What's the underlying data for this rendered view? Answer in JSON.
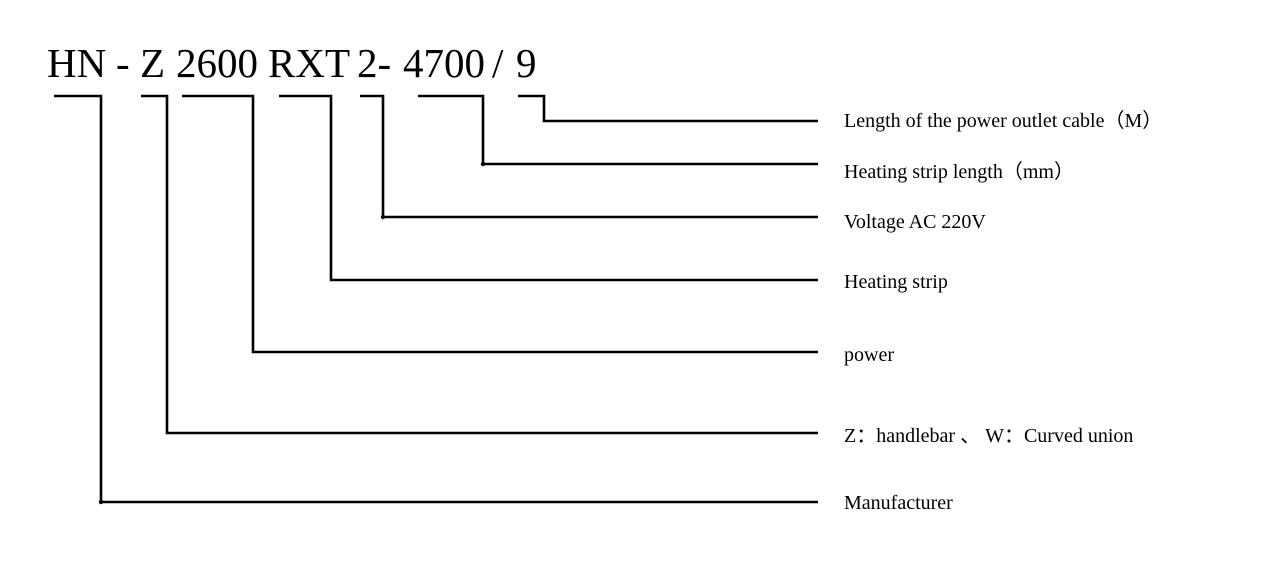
{
  "model_code": {
    "hn": "HN",
    "sep1": "-",
    "z": "Z",
    "power": "2600",
    "rxt": "RXT",
    "voltage": "2-",
    "length": "4700",
    "slash": "/",
    "cable": "9"
  },
  "labels": {
    "cable": "Length of the power outlet cable（M）",
    "length": "Heating strip length（mm）",
    "voltage": "Voltage AC 220V",
    "strip": "Heating strip",
    "power": "power",
    "handle": "Z：handlebar 、 W：Curved union",
    "maker": "Manufacturer"
  },
  "colors": {
    "line": "#000000",
    "text": "#000000",
    "background": "#ffffff"
  }
}
